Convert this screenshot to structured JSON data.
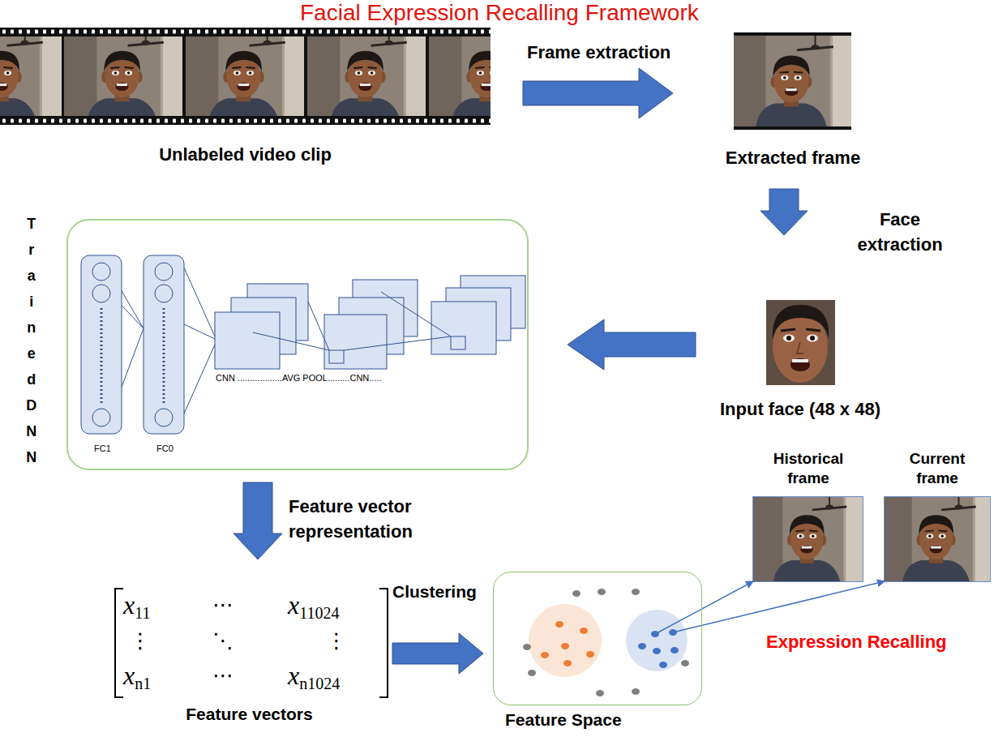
{
  "diagram": {
    "title": "Facial Expression Recalling Framework",
    "nodes": [
      {
        "text": [
          "Unlabeled video clip"
        ]
      },
      {
        "text": [
          "Extracted frame"
        ]
      },
      {
        "text": [
          "Input face (48 x 48)"
        ]
      },
      {
        "text": [
          "Trained DNN"
        ]
      },
      {
        "text": [
          "Feature vectors"
        ]
      },
      {
        "text": [
          "Feature Space"
        ]
      },
      {
        "text": [
          "Historical frame"
        ]
      },
      {
        "text": [
          "Current frame"
        ]
      }
    ],
    "edges": [
      {
        "from": 0,
        "to": 1,
        "arrow": "to",
        "label": "Frame extraction"
      },
      {
        "from": 1,
        "to": 2,
        "arrow": "to",
        "label": "Face extraction"
      },
      {
        "from": 2,
        "to": 3,
        "arrow": "to"
      },
      {
        "from": 3,
        "to": 4,
        "arrow": "to",
        "label": "Feature vector representation"
      },
      {
        "from": 4,
        "to": 5,
        "arrow": "to",
        "label": "Clustering"
      },
      {
        "from": 5,
        "to": 6,
        "arrow": "to"
      },
      {
        "from": 5,
        "to": 7,
        "arrow": "to"
      }
    ],
    "labels": [
      "Expression Recalling",
      "FC1",
      "FC0",
      "CNN ..................AVG POOL.........CNN.....",
      "x11",
      "⋯",
      "x11024",
      "⋮",
      "⋱",
      "⋮",
      "xn1",
      "⋯",
      "xn1024"
    ]
  }
}
